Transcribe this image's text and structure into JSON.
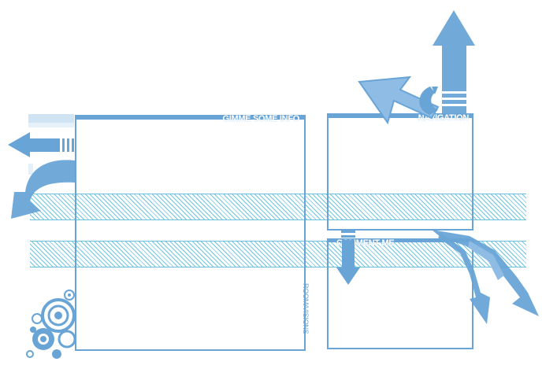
{
  "panels": {
    "info": {
      "title": "GIMME SOME INFO"
    },
    "navigation": {
      "title": "NAVIGATION"
    },
    "comment": {
      "title": "COMMENT ME"
    }
  },
  "credit": "ROOM/VISIONS",
  "colors": {
    "accent": "#69a4d6",
    "stripe": "#58bcdc",
    "light_accent": "#cfe3f3"
  },
  "icons": [
    "left-arrow-icon",
    "curved-arrow-icon",
    "up-arrow-icon",
    "diagonal-arrow-icon",
    "down-arrow-icon",
    "zigzag-arrow-icon",
    "circles-decoration-icon"
  ]
}
